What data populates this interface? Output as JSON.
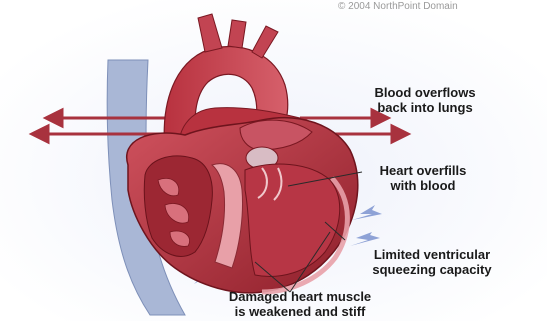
{
  "copyright": "© 2004 NorthPoint Domain",
  "labels": {
    "overflow_line1": "Blood overflows",
    "overflow_line2": "back into lungs",
    "overfills_line1": "Heart overfills",
    "overfills_line2": "with blood",
    "limited_line1": "Limited ventricular",
    "limited_line2": "squeezing capacity",
    "damaged_line1": "Damaged heart muscle",
    "damaged_line2": "is weakened and stiff"
  },
  "colors": {
    "heart_dark": "#8e1f2a",
    "heart_mid": "#c0404f",
    "heart_light": "#e59aa0",
    "vessel": "#9fb0d0",
    "arrow": "#b23a45",
    "blue_arrow": "#8ea2d6",
    "pointer": "#2a2a2a"
  }
}
